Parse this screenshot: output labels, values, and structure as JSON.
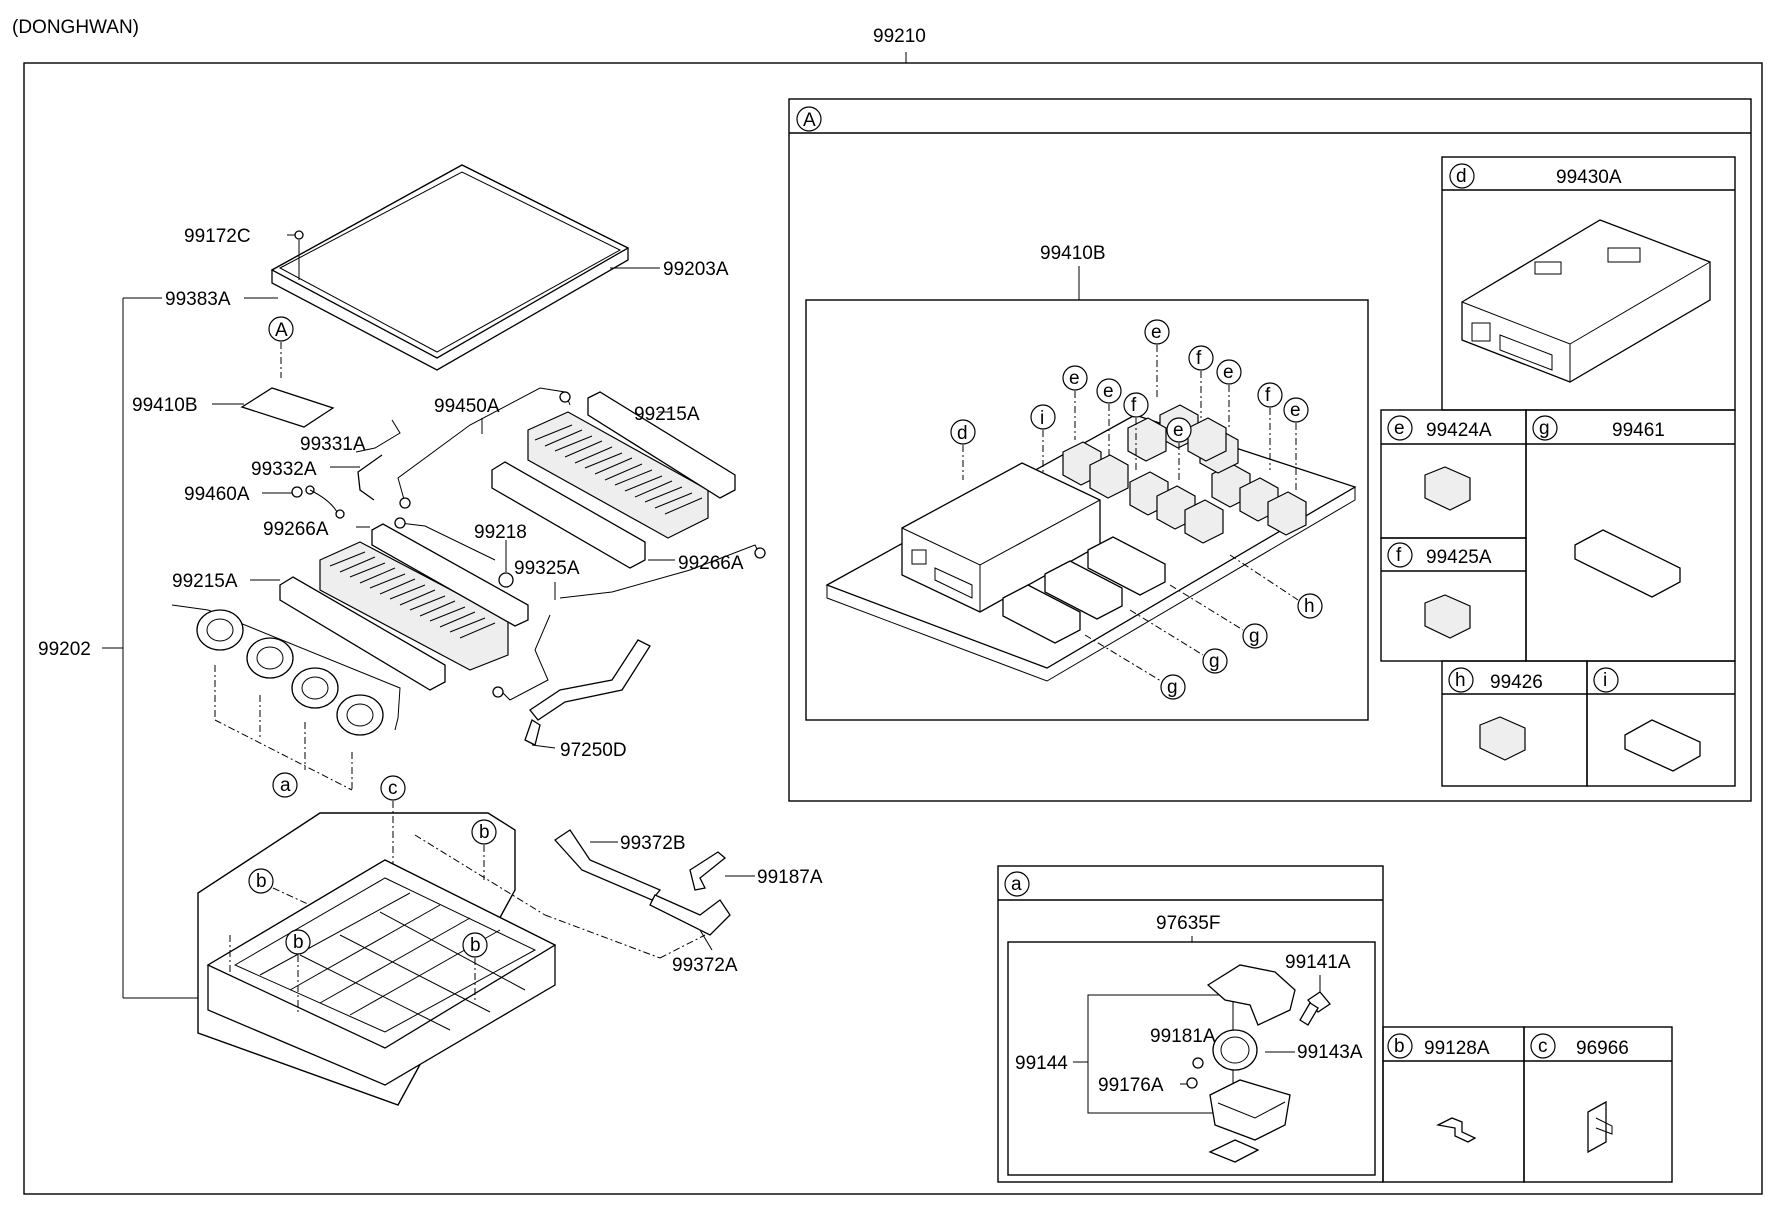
{
  "title": "(DONGHWAN)",
  "main_assembly": "99210",
  "callouts": {
    "99172C": "99172C",
    "99203A": "99203A",
    "99383A": "99383A",
    "99410B": "99410B",
    "99331A": "99331A",
    "99450A": "99450A",
    "99215A": "99215A",
    "99332A": "99332A",
    "99460A": "99460A",
    "99266A": "99266A",
    "99218": "99218",
    "99325A": "99325A",
    "99202": "99202",
    "97250D": "97250D",
    "99372B": "99372B",
    "99187A": "99187A",
    "99372A": "99372A"
  },
  "letters": {
    "A": "A",
    "a": "a",
    "b": "b",
    "c": "c",
    "d": "d",
    "e": "e",
    "f": "f",
    "g": "g",
    "h": "h",
    "i": "i"
  },
  "detail_A": {
    "letter": "A",
    "board_label": "99410B",
    "parts": {
      "d": "99430A",
      "e": "99424A",
      "f": "99425A",
      "g": "99461",
      "h": "99426",
      "i": ""
    }
  },
  "detail_a": {
    "letter": "a",
    "assy_label": "97635F",
    "labels": {
      "99141A": "99141A",
      "99181A": "99181A",
      "99143A": "99143A",
      "99144": "99144",
      "99176A": "99176A"
    }
  },
  "detail_b": {
    "letter": "b",
    "part": "99128A"
  },
  "detail_c": {
    "letter": "c",
    "part": "96966"
  }
}
